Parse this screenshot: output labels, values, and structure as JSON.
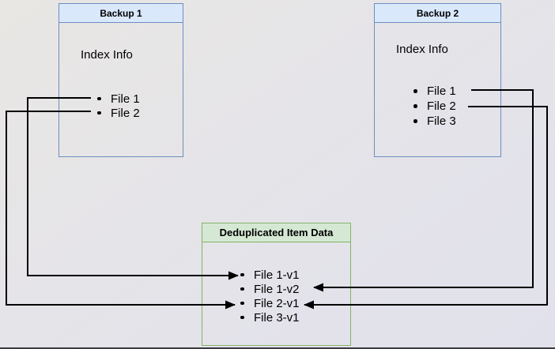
{
  "backup1": {
    "title": "Backup 1",
    "index_label": "Index Info",
    "files": [
      "File 1",
      "File 2"
    ]
  },
  "backup2": {
    "title": "Backup 2",
    "index_label": "Index Info",
    "files": [
      "File 1",
      "File 2",
      "File 3"
    ]
  },
  "dedup": {
    "title": "Deduplicated Item Data",
    "items": [
      "File 1-v1",
      "File 1-v2",
      "File 2-v1",
      "File 3-v1"
    ]
  },
  "connections": [
    {
      "from": "Backup 1 / File 1",
      "to": "Deduplicated Item Data / File 1-v1"
    },
    {
      "from": "Backup 1 / File 2",
      "to": "Deduplicated Item Data / File 2-v1"
    },
    {
      "from": "Backup 2 / File 1",
      "to": "Deduplicated Item Data / File 1-v2"
    },
    {
      "from": "Backup 2 / File 2",
      "to": "Deduplicated Item Data / File 2-v1"
    }
  ],
  "colors": {
    "backup_header_fill": "#dae8fc",
    "backup_border": "#6c8ebf",
    "dedup_header_fill": "#d5e8d4",
    "dedup_border": "#82b366",
    "connector": "#000000",
    "background_top": "#e9e7e4",
    "background_bottom": "#e1e1ec",
    "bottom_edge": "#3a3a40"
  }
}
